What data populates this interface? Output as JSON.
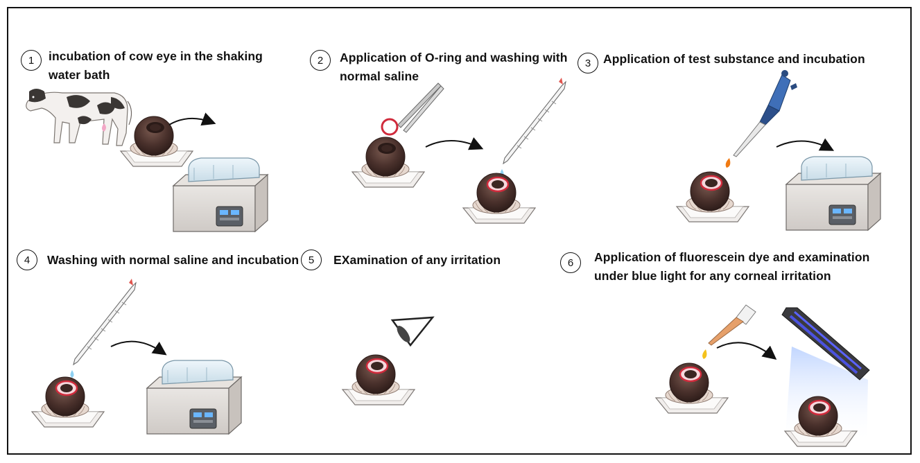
{
  "steps": [
    {
      "number": "1",
      "title": "incubation of cow eye in the shaking water bath"
    },
    {
      "number": "2",
      "title": "Application of O-ring and washing with normal saline"
    },
    {
      "number": "3",
      "title": "Application of test substance and incubation"
    },
    {
      "number": "4",
      "title": "Washing with normal saline and incubation"
    },
    {
      "number": "5",
      "title": "EXamination of any irritation"
    },
    {
      "number": "6",
      "title": "Application of fluorescein dye and examination under blue light for any corneal irritation"
    }
  ]
}
